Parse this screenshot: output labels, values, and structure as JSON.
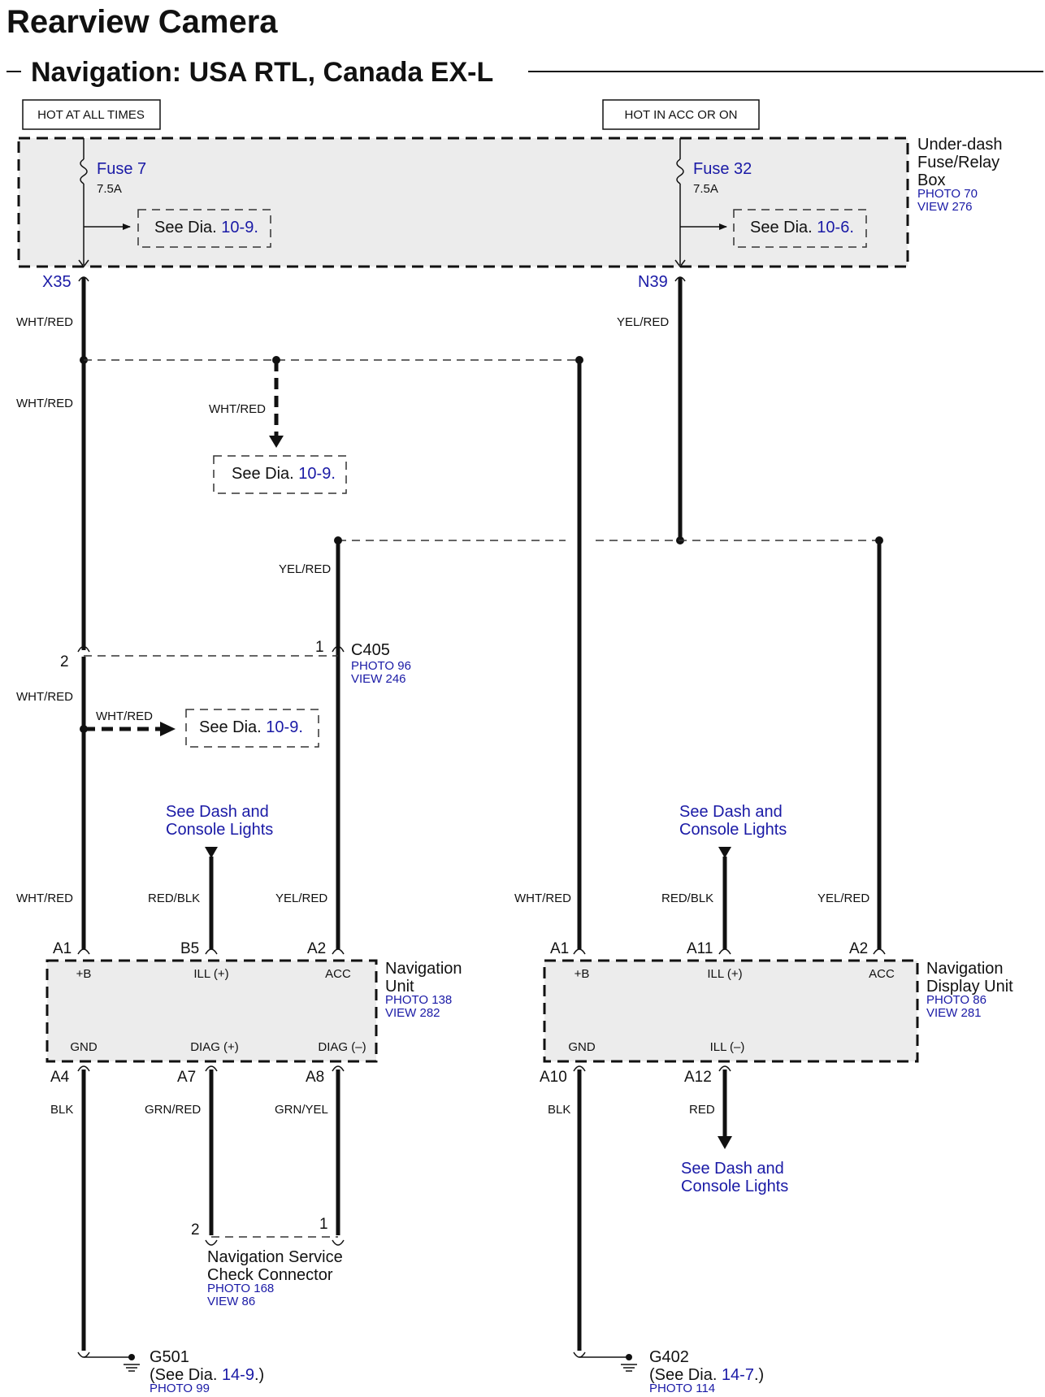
{
  "page": {
    "title": "Rearview Camera",
    "subtitle": "Navigation: USA RTL, Canada EX-L"
  },
  "power": {
    "hot_all_times": "HOT AT ALL TIMES",
    "hot_acc_on": "HOT IN ACC OR ON"
  },
  "fuse_box": {
    "name_line1": "Under-dash",
    "name_line2": "Fuse/Relay",
    "name_line3": "Box",
    "photo": "PHOTO 70",
    "view": "VIEW 276",
    "fuse1_name": "Fuse 7",
    "fuse1_rating": "7.5A",
    "fuse2_name": "Fuse 32",
    "fuse2_rating": "7.5A",
    "terminal1": "X35",
    "terminal2": "N39"
  },
  "see_dia": {
    "prefix": "See Dia.",
    "ref_10_9": "10-9",
    "ref_10_6": "10-6",
    "suffix": "."
  },
  "wires": {
    "wht_red": "WHT/RED",
    "yel_red": "YEL/RED",
    "red_blk": "RED/BLK",
    "blk": "BLK",
    "grn_red": "GRN/RED",
    "grn_yel": "GRN/YEL",
    "red": "RED"
  },
  "c405": {
    "name": "C405",
    "photo": "PHOTO 96",
    "view": "VIEW 246",
    "pin1": "1",
    "pin2": "2"
  },
  "dash_lights": {
    "line1": "See Dash and",
    "line2": "Console Lights"
  },
  "nav_unit": {
    "name_line1": "Navigation",
    "name_line2": "Unit",
    "photo": "PHOTO 138",
    "view": "VIEW 282",
    "pins": {
      "a1": "A1",
      "b5": "B5",
      "a2": "A2",
      "a4": "A4",
      "a7": "A7",
      "a8": "A8"
    },
    "terms": {
      "b": "+B",
      "ill": "ILL (+)",
      "acc": "ACC",
      "gnd": "GND",
      "diag_p": "DIAG (+)",
      "diag_m": "DIAG (–)"
    }
  },
  "display_unit": {
    "name_line1": "Navigation",
    "name_line2": "Display Unit",
    "photo": "PHOTO 86",
    "view": "VIEW 281",
    "pins": {
      "a1": "A1",
      "a11": "A11",
      "a2": "A2",
      "a10": "A10",
      "a12": "A12"
    },
    "terms": {
      "b": "+B",
      "ill_p": "ILL (+)",
      "acc": "ACC",
      "gnd": "GND",
      "ill_m": "ILL (–)"
    }
  },
  "service_connector": {
    "name_line1": "Navigation Service",
    "name_line2": "Check Connector",
    "photo": "PHOTO 168",
    "view": "VIEW 86",
    "pin1": "1",
    "pin2": "2"
  },
  "grounds": {
    "g501_name": "G501",
    "g501_ref_prefix": "(See Dia.",
    "g501_ref": "14-9",
    "g501_suffix": ".)",
    "g501_photo": "PHOTO 99",
    "g402_name": "G402",
    "g402_ref_prefix": "(See Dia.",
    "g402_ref": "14-7",
    "g402_suffix": ".)",
    "g402_photo": "PHOTO 114"
  }
}
